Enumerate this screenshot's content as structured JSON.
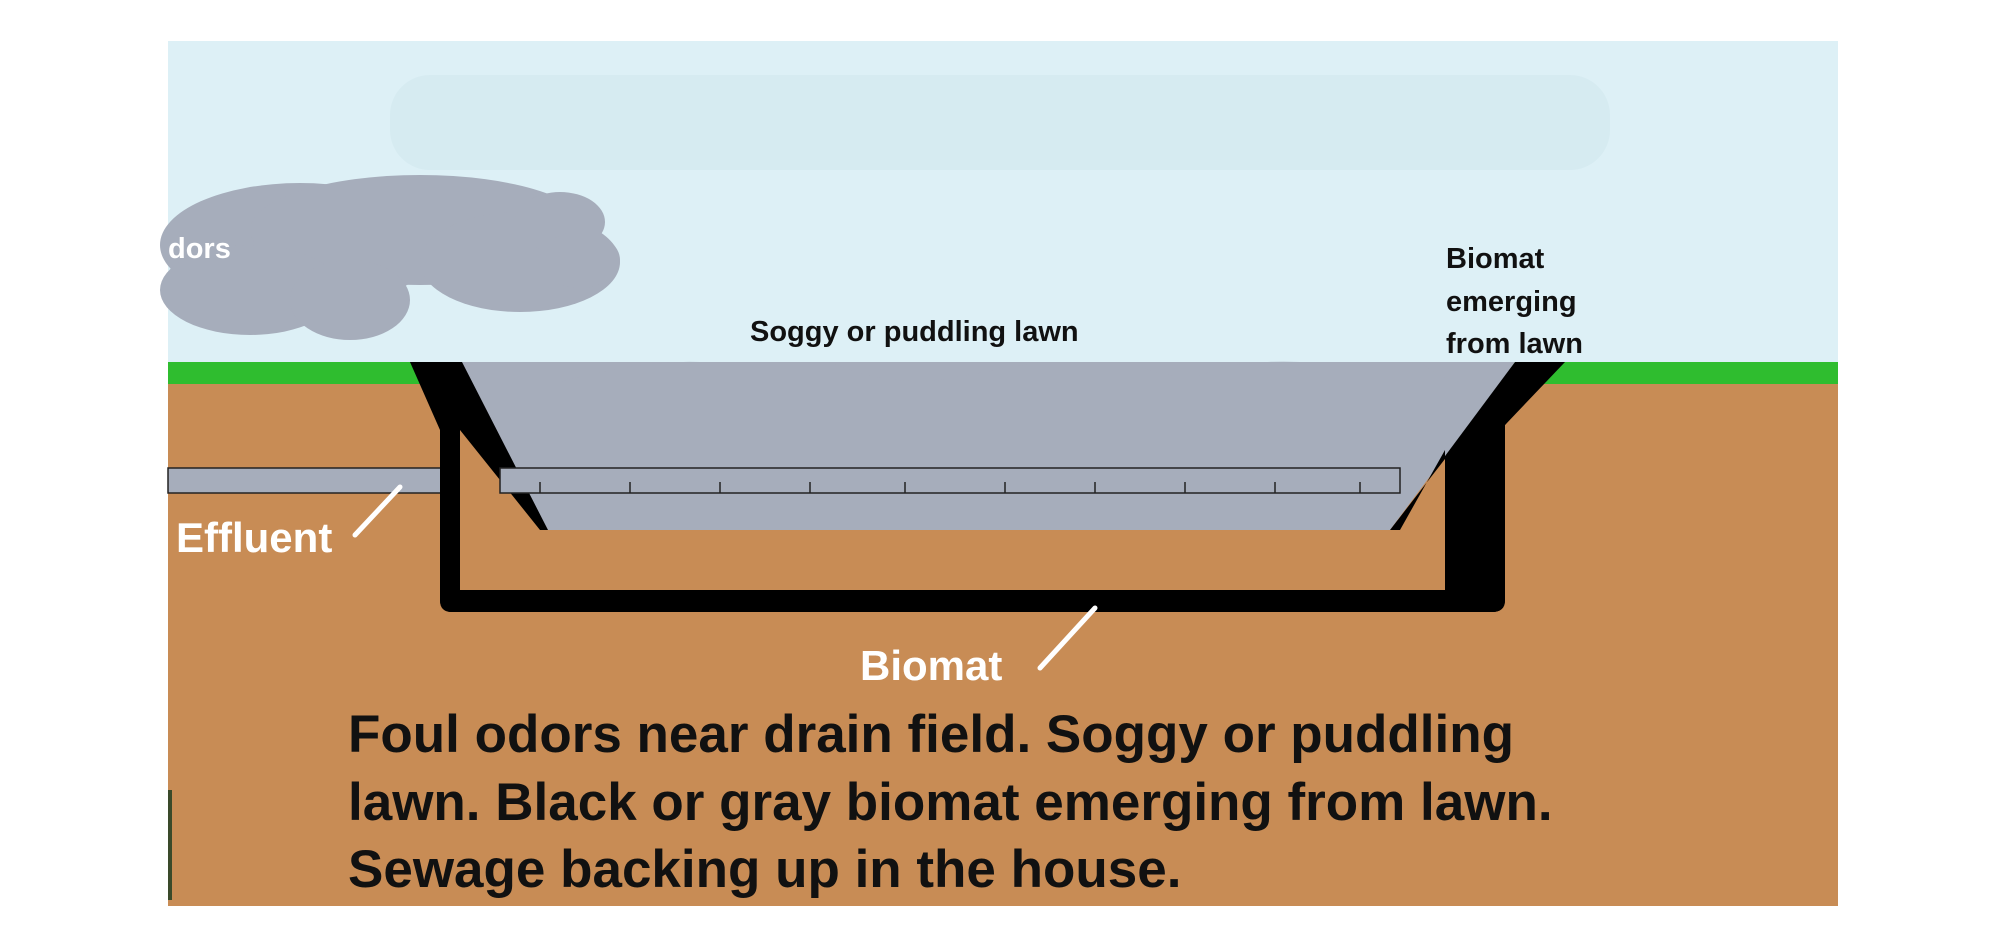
{
  "labels": {
    "odors_partial": "dors",
    "soggy_lawn": "Soggy or puddling lawn",
    "biomat_emerging_line1": "Biomat",
    "biomat_emerging_line2": "emerging",
    "biomat_emerging_line3": "from lawn",
    "effluent": "Effluent",
    "biomat": "Biomat"
  },
  "caption": {
    "line1": "Foul odors near drain field.  Soggy or puddling",
    "line2": "lawn.  Black or gray biomat emerging from lawn.",
    "line3": "Sewage backing up in the house."
  },
  "colors": {
    "sky": "#ddf0f6",
    "grass": "#2fbd2f",
    "soil": "#c88c55",
    "sewage": "#a6adbb",
    "biomat": "#000000",
    "odor_cloud": "#a6adbb",
    "label_white": "#ffffff",
    "label_black": "#111111"
  }
}
